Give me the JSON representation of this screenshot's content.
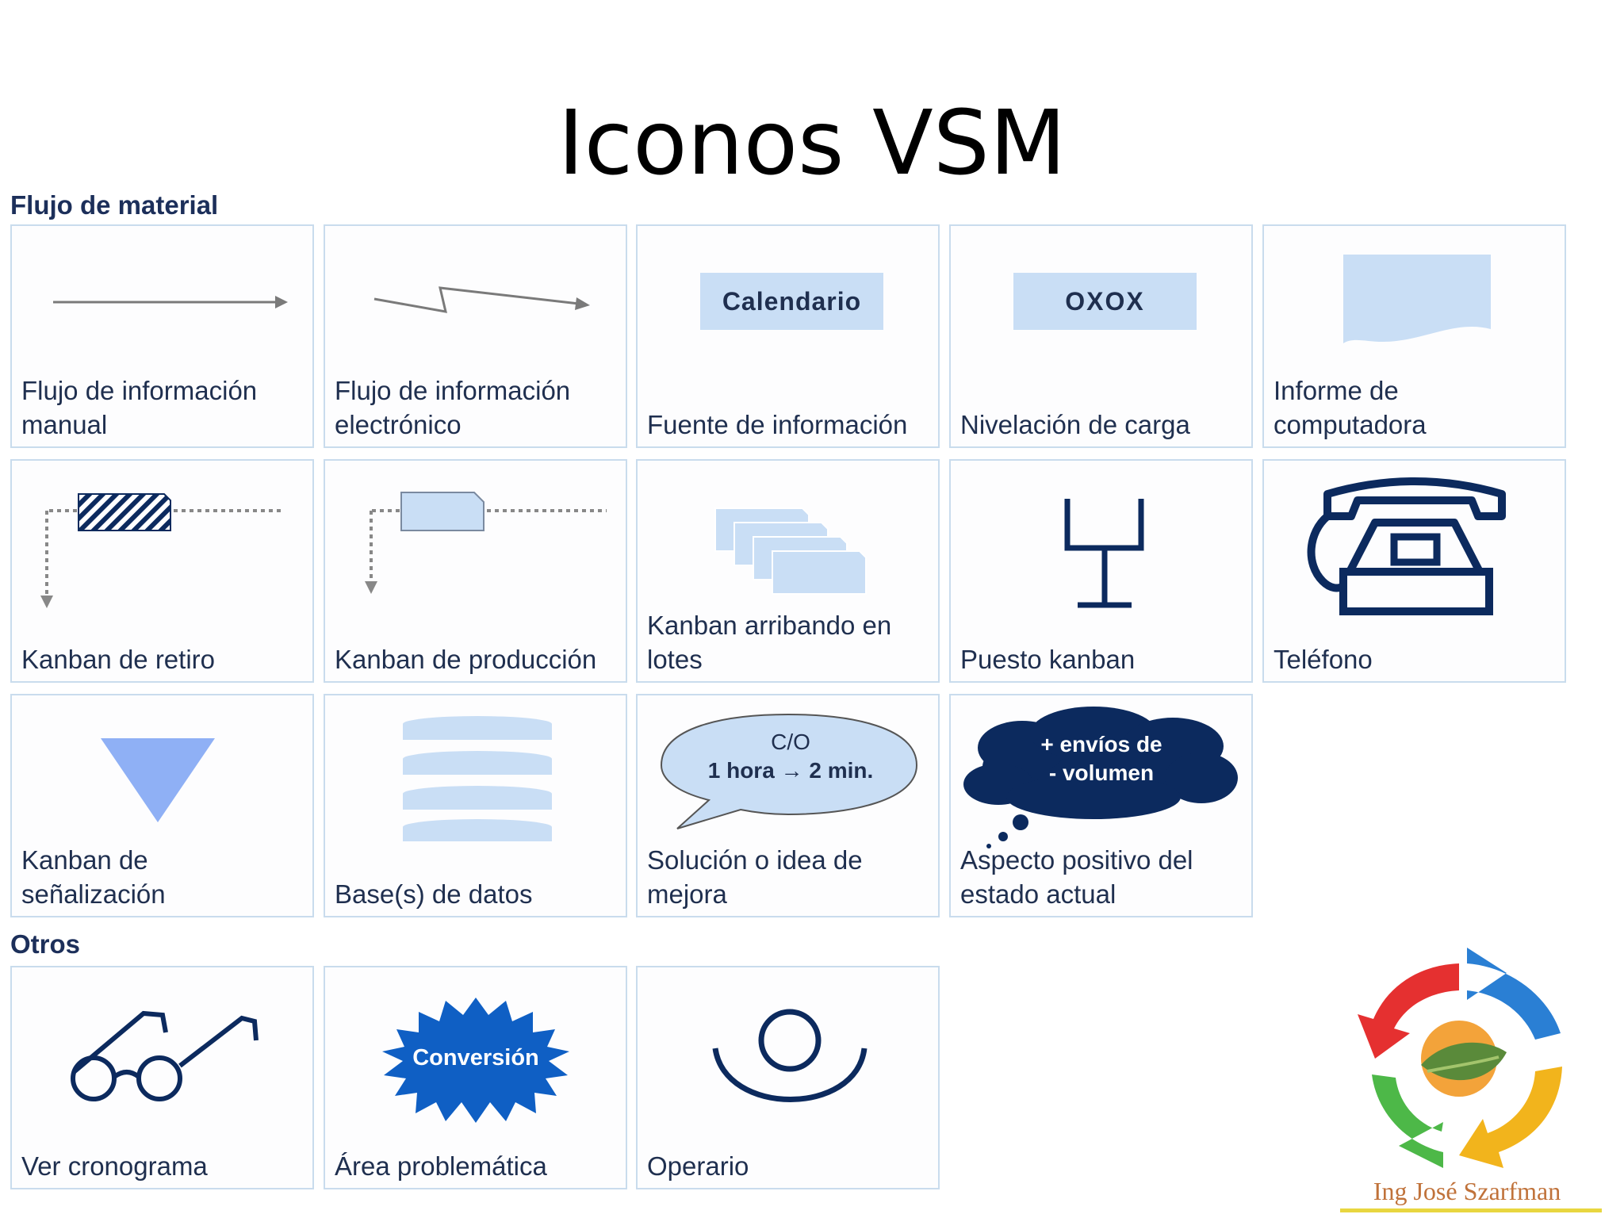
{
  "title": "Iconos VSM",
  "sections": {
    "material_flow": "Flujo de material",
    "others": "Otros"
  },
  "icons": {
    "manual_flow": "Flujo de información\nmanual",
    "electronic_flow": "Flujo de información\nelectrónico",
    "info_source": "Fuente de información",
    "info_source_box": "Calendario",
    "load_leveling": "Nivelación de carga",
    "load_leveling_box": "OXOX",
    "computer_report": "Informe de\ncomputadora",
    "withdrawal_kanban": "Kanban de retiro",
    "production_kanban": "Kanban de producción",
    "batch_kanban": "Kanban arribando en\nlotes",
    "kanban_post": "Puesto kanban",
    "phone": "Teléfono",
    "signal_kanban": "Kanban de\nseñalización",
    "database": "Base(s) de datos",
    "kaizen_idea": "Solución o idea de\nmejora",
    "kaizen_idea_line1": "C/O",
    "kaizen_idea_line2": "1 hora → 2 min.",
    "positive_aspect": "Aspecto positivo del\nestado actual",
    "positive_line1": "+ envíos de",
    "positive_line2": "- volumen",
    "go_see": "Ver cronograma",
    "problem_area": "Área problemática",
    "problem_area_burst": "Conversión",
    "operator": "Operario"
  },
  "logo": {
    "caption": "Ing José Szarfman",
    "icon": "recycle-arrows-logo"
  },
  "colors": {
    "navy": "#0c2a5e",
    "light_blue": "#c9def5",
    "border": "#c9dced",
    "burst_blue": "#0f5fc4",
    "triangle_blue": "#8fb0f5"
  }
}
